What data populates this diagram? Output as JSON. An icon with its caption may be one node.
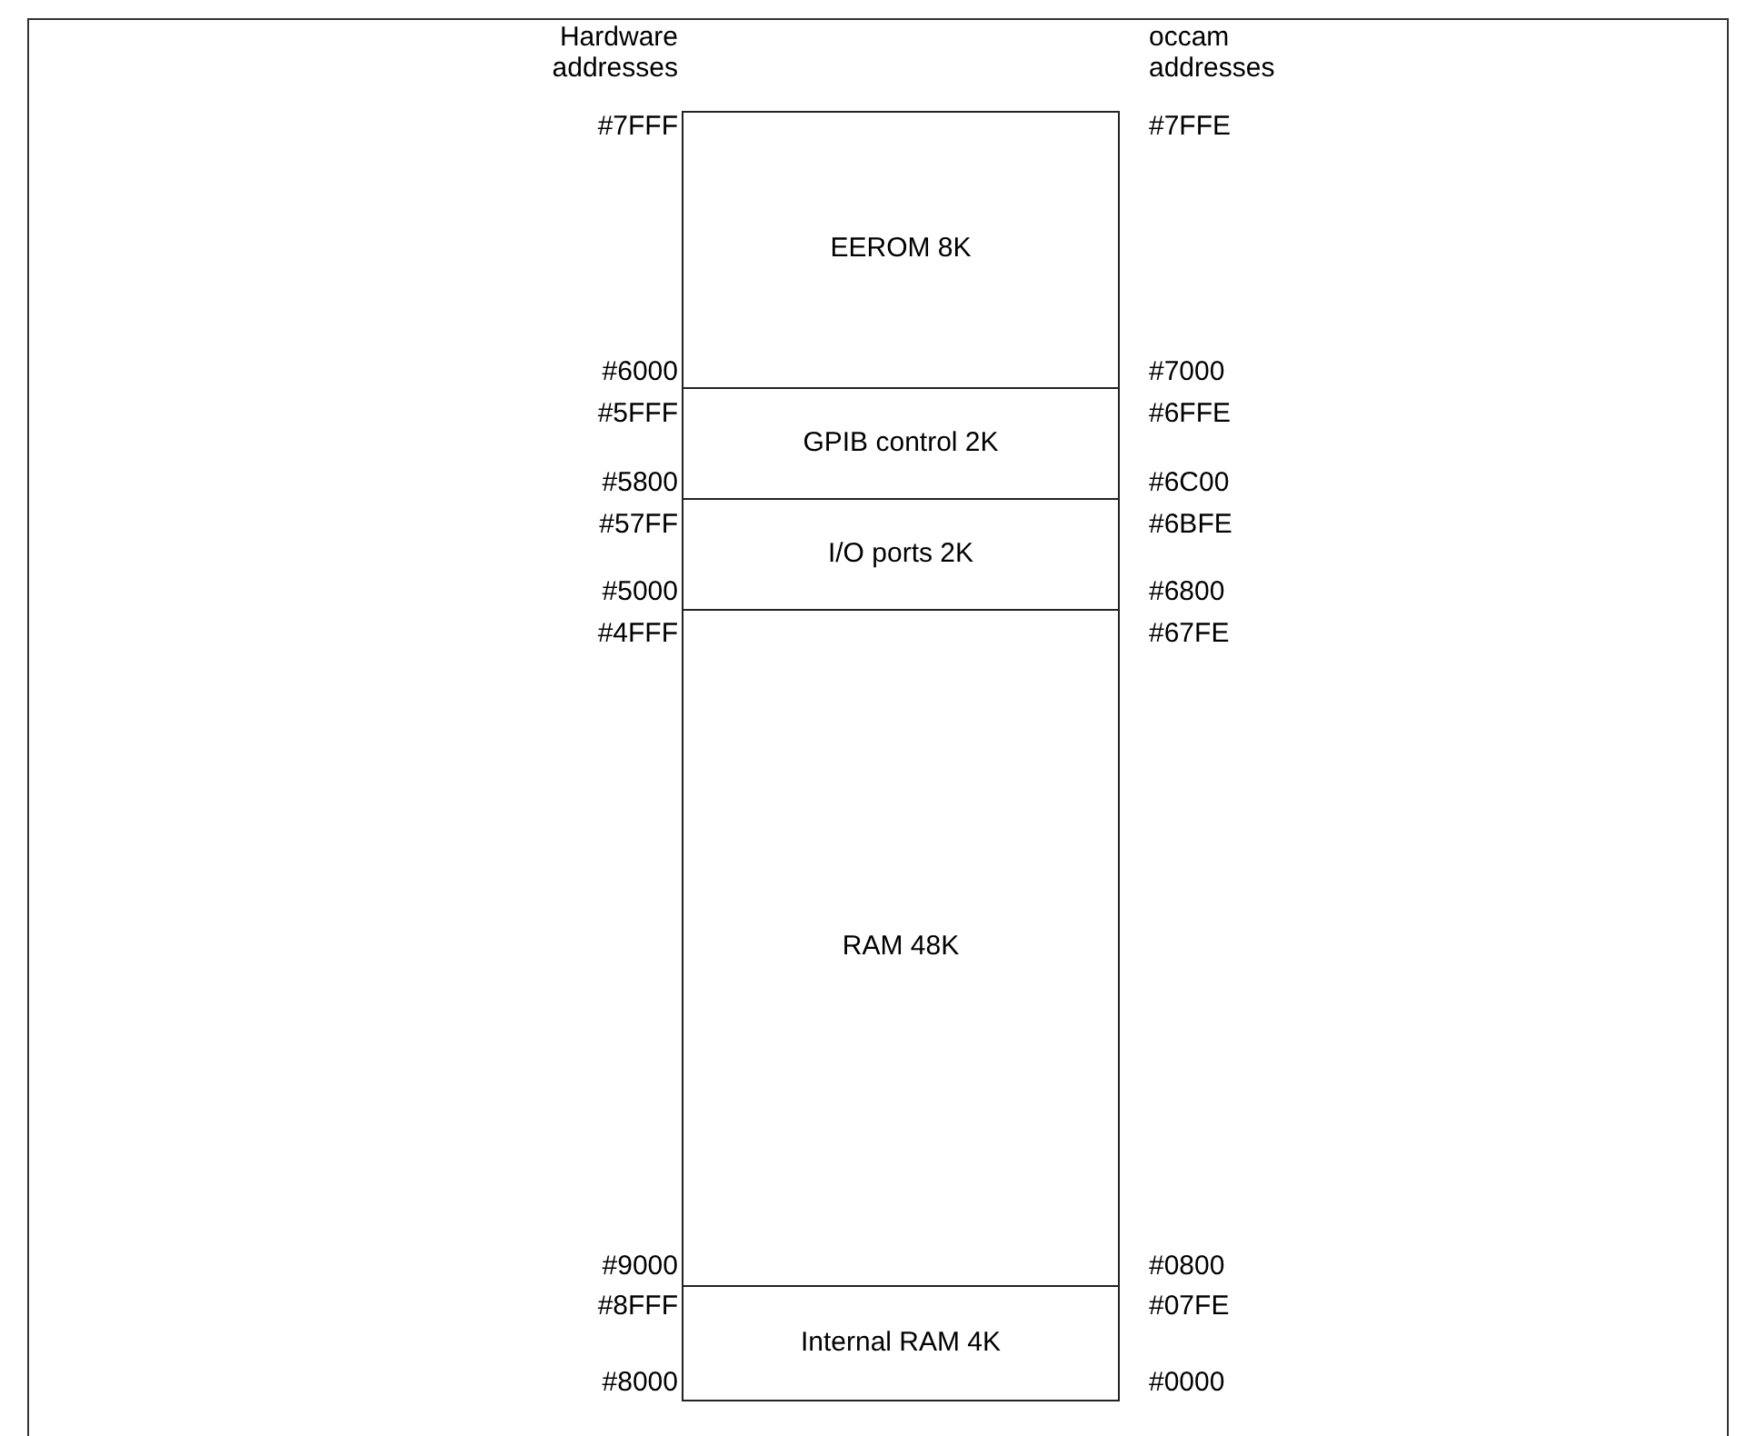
{
  "diagram": {
    "nodes": [
      {
        "text": [
          "EEROM 8K"
        ]
      },
      {
        "text": [
          "GPIB control 2K"
        ]
      },
      {
        "text": [
          "I/O ports 2K"
        ]
      },
      {
        "text": [
          "RAM 48K"
        ]
      },
      {
        "text": [
          "Internal RAM 4K"
        ]
      }
    ],
    "labels": [
      "Hardware addresses",
      "occam addresses",
      "#7FFF",
      "#7FFE",
      "#6000",
      "#7000",
      "#5FFF",
      "#6FFE",
      "#5800",
      "#6C00",
      "#57FF",
      "#6BFE",
      "#5000",
      "#6800",
      "#4FFF",
      "#67FE",
      "#9000",
      "#0800",
      "#8FFF",
      "#07FE",
      "#8000",
      "#0000"
    ]
  }
}
